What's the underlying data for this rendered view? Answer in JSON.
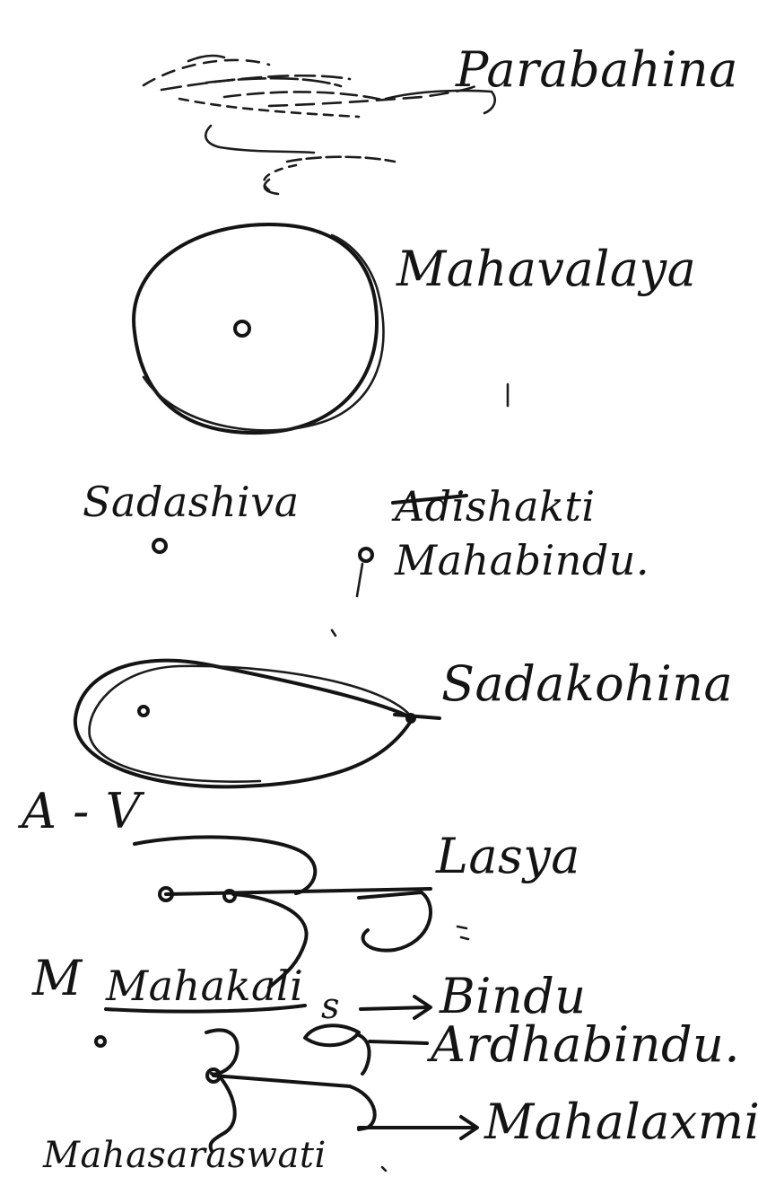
{
  "labels": {
    "parabahina": "Parabahina",
    "mahavalaya": "Mahavalaya",
    "sadashiva": "Sadashiva",
    "adishakti": "Adishakti",
    "mahabindu": "Mahabindu.",
    "sadakohina": "Sadakohina",
    "av": "A - V",
    "lasya": "Lasya",
    "m": "M",
    "mahakali": "Mahakali",
    "s": "s",
    "bindu": "Bindu",
    "ardhabindu": "Ardhabindu.",
    "mahalaxmi": "Mahalaxmi",
    "mahasaraswati": "Mahasaraswati"
  }
}
